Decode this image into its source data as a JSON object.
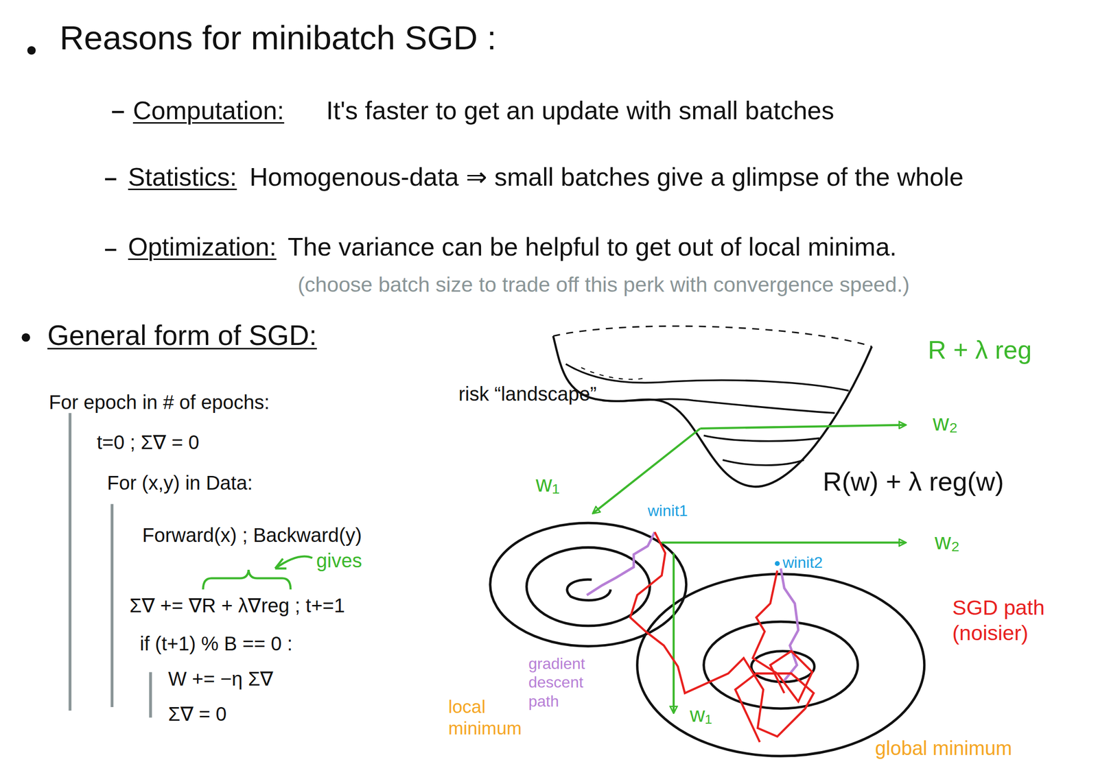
{
  "diagram": {
    "labels": [
      "Reasons for minibatch SGD :",
      "Computation:",
      "It's faster to get an update with small batches",
      "Statistics:",
      "Homogenous-data ⇒ small batches give a glimpse of the whole",
      "Optimization:",
      "The variance can be helpful to get out of local minima.",
      "(choose batch size to trade off this perk with convergence speed.)",
      "General form of SGD:",
      "For epoch in # of epochs:",
      "t=0 ; Σ∇ = 0",
      "For (x,y) in Data:",
      "Forward(x) ; Backward(y)",
      "gives",
      "Σ∇ += ∇R + λ∇reg ; t+=1",
      "if (t+1) % B == 0 :",
      "W += −η Σ∇",
      "Σ∇ = 0",
      "risk “landscape”",
      "R + λ reg",
      "w₂",
      "w₁",
      "R(w) + λ reg(w)",
      "winit1",
      "w₂",
      "winit2",
      "SGD path (noisier)",
      "gradient descent path",
      "local minimum",
      "global minimum",
      "w₁"
    ]
  }
}
